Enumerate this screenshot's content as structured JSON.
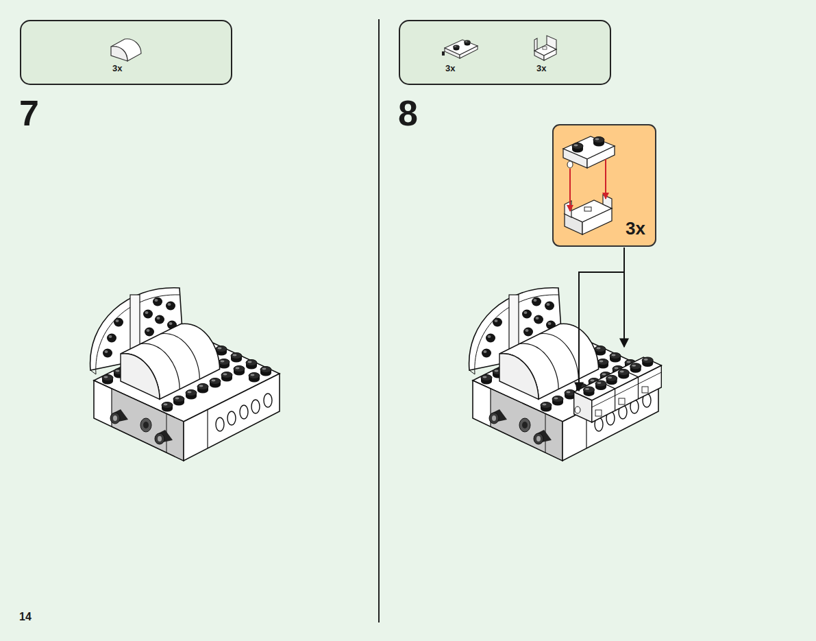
{
  "diagram": {
    "nodes": [
      {
        "text": [
          "3x"
        ]
      },
      {
        "text": [
          "3x",
          "3x"
        ]
      },
      {
        "text": [
          "3x"
        ]
      }
    ],
    "labels": [
      "7",
      "8",
      "14"
    ]
  }
}
